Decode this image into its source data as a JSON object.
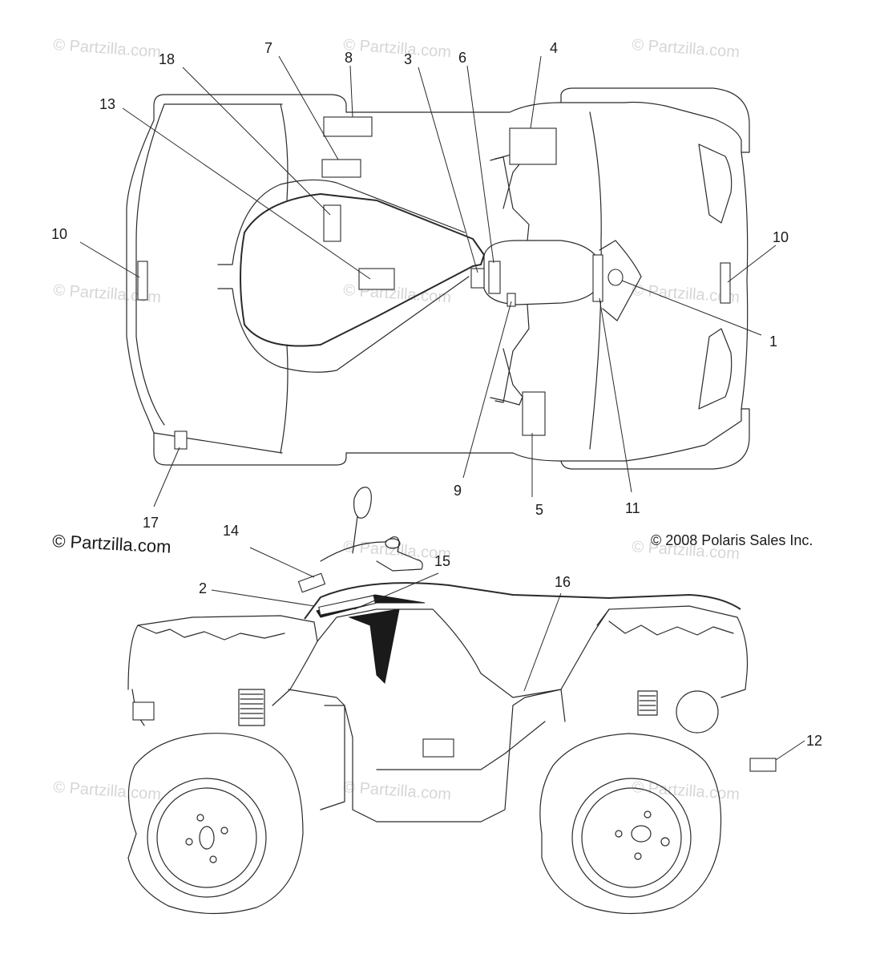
{
  "watermark": "© Partzilla.com",
  "brand_credit": "© Partzilla.com",
  "copyright": "© 2008 Polaris Sales Inc.",
  "callouts": [
    "1",
    "2",
    "3",
    "4",
    "5",
    "6",
    "7",
    "8",
    "9",
    "10",
    "10",
    "11",
    "12",
    "13",
    "14",
    "15",
    "16",
    "17",
    "18"
  ]
}
